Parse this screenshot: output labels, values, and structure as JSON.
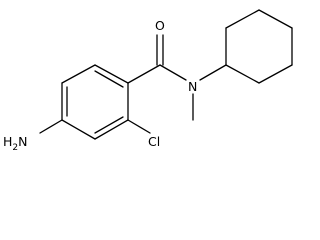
{
  "molecule": {
    "labels": {
      "oxygen": "O",
      "nitrogen": "N",
      "chlorine": "Cl",
      "amino": "H2N"
    },
    "substituents": {
      "amino_group": "amino",
      "halogen": "chloro",
      "amide_n_alkyl": "methyl",
      "amide_n_ring": "cyclohexyl"
    }
  }
}
